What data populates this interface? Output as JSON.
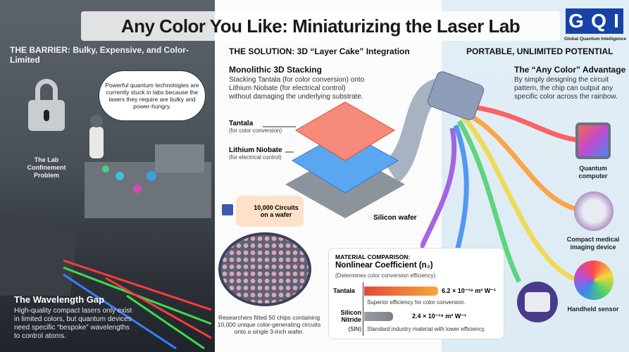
{
  "title": "Any Color You Like: Miniaturizing the Laser Lab",
  "logo": {
    "letters": [
      "G",
      "Q",
      "I"
    ],
    "subtitle": "Global Quantum Intelligence",
    "color": "#1742a8"
  },
  "barrier": {
    "heading": "THE BARRIER: Bulky, Expensive, and Color-Limited",
    "thought": "Powerful quantum technologies are currently stuck in labs because the lasers they require are bulky and power-hungry.",
    "door_label": "The Lab Confinement Problem",
    "gap_title": "The Wavelength Gap",
    "gap_text": "High-quality compact lasers only exist in limited colors, but quantum devices need specific “bespoke” wavelengths to control atoms."
  },
  "solution": {
    "heading": "THE SOLUTION: 3D “Layer Cake” Integration",
    "sub_title": "Monolithic 3D Stacking",
    "sub_text": "Stacking Tantala (for color conversion) onto Lithium Niobate (for electrical control) without damaging the underlying substrate.",
    "layers": [
      {
        "name": "Tantala",
        "note": "(for color conversion)"
      },
      {
        "name": "Lithium Niobate",
        "note": "(for electrical control)"
      }
    ],
    "wafer_label": "Silicon wafer",
    "callout": "10,000 Circuits on a wafer",
    "wafer_caption": "Researchers fitted 50 chips containing 10,000 unique color-generating circuits onto a single 3-inch wafer."
  },
  "comparison": {
    "kicker": "MATERIAL COMPARISON:",
    "title": "Nonlinear Coefficient (n₂)",
    "subtitle": "(Determines color conversion efficiency)",
    "rows": [
      {
        "name": "Tantala",
        "sub": "",
        "value": 6.2,
        "value_label": "6.2 × 10⁻¹⁹ m² W⁻¹",
        "note": "Superior efficiency for color conversion.",
        "color": "#f0a040"
      },
      {
        "name": "Silicon Nitride",
        "sub": "(SIN)",
        "value": 2.4,
        "value_label": "2.4 × 10⁻¹⁹ m² W⁻¹",
        "note": "Standard industry material with lower efficiency.",
        "color": "#8a8d94"
      }
    ]
  },
  "potential": {
    "heading": "PORTABLE, UNLIMITED POTENTIAL",
    "sub_title": "The “Any Color” Advantage",
    "sub_text": "By simply designing the circuit pattern, the chip can output any specific color across the rainbow.",
    "apps": [
      "Quantum computer",
      "Compact medical imaging device",
      "Handheld sensor"
    ]
  }
}
